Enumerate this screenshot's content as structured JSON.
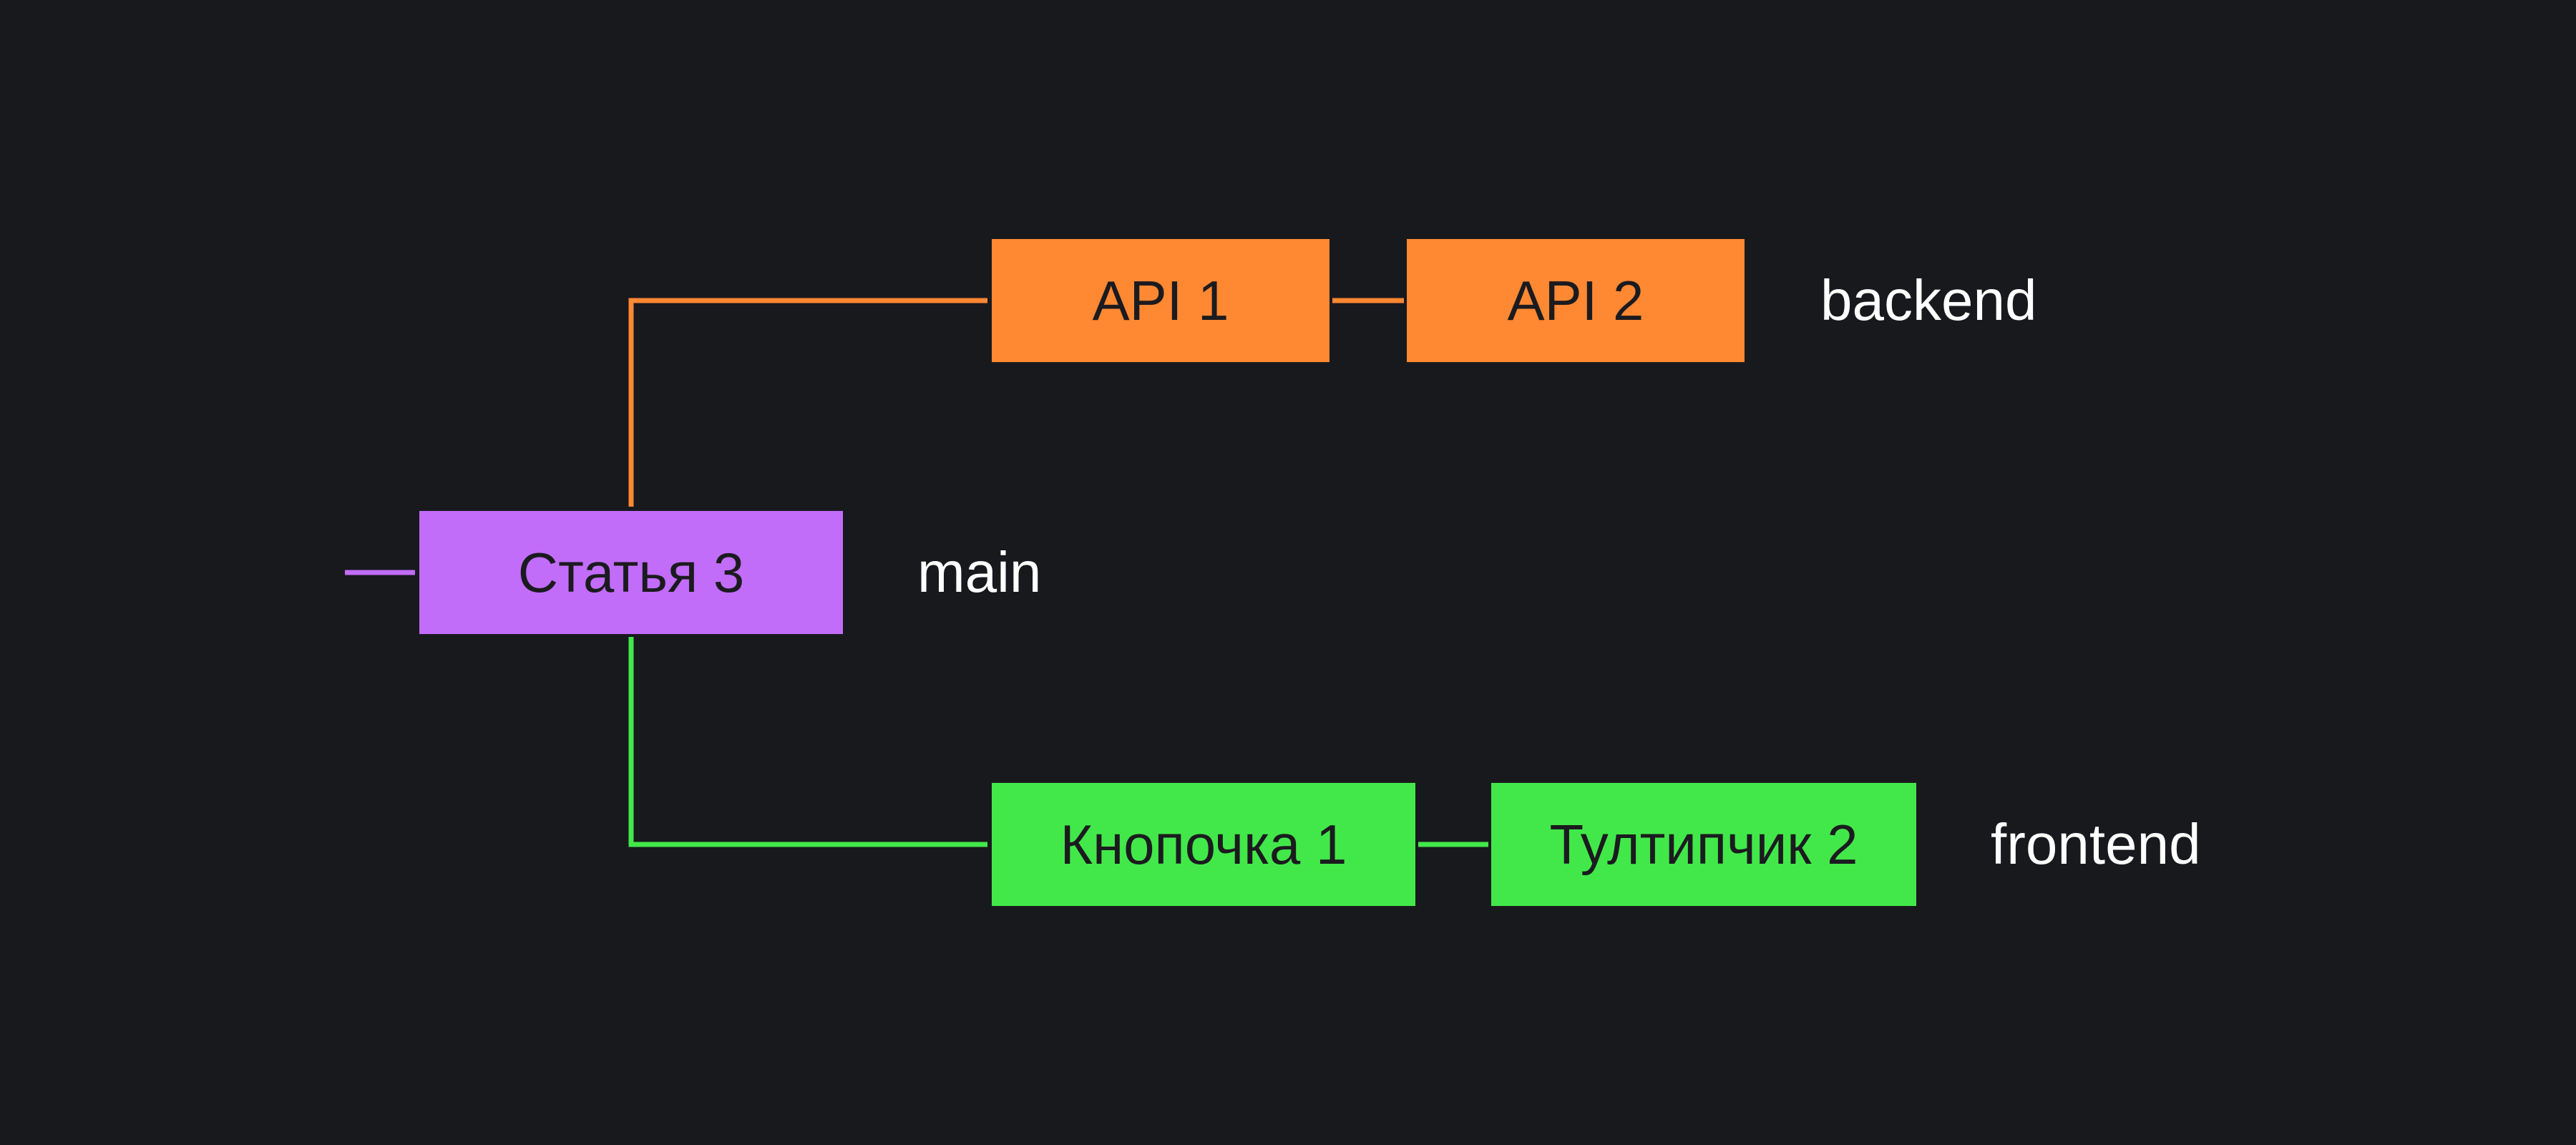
{
  "colors": {
    "background": "#18191d",
    "main": "#c26cfa",
    "backend": "#ff8833",
    "frontend": "#42e84a"
  },
  "branches": {
    "main": {
      "label": "main",
      "commits": [
        "Статья 3"
      ]
    },
    "backend": {
      "label": "backend",
      "commits": [
        "API 1",
        "API 2"
      ]
    },
    "frontend": {
      "label": "frontend",
      "commits": [
        "Кнопочка 1",
        "Тултипчик 2"
      ]
    }
  }
}
